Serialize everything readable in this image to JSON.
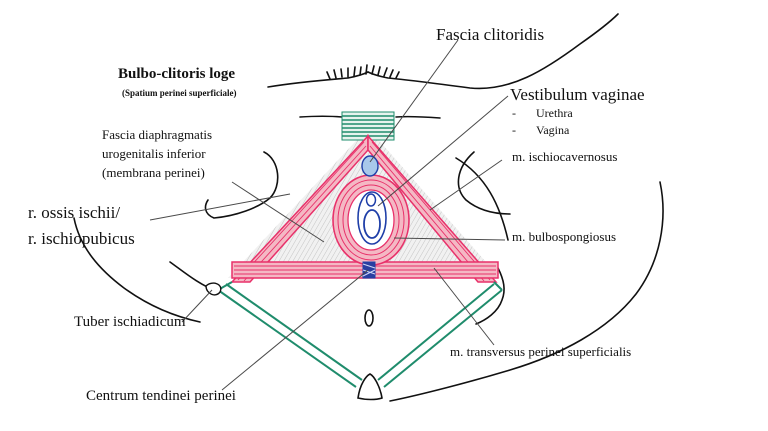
{
  "title": "Bulbo-clitoris loge",
  "subtitle": "(Spatium perinei superficiale)",
  "labels": {
    "fascia_clitoridis": "Fascia clitoridis",
    "vestibulum": "Vestibulum vaginae",
    "urethra": "Urethra",
    "vagina": "Vagina",
    "bullet": "-",
    "ischiocavernosus": "m. ischiocavernosus",
    "bulbospongiosus": "m. bulbospongiosus",
    "transversus": "m. transversus perinei superficialis",
    "fascia_diaphragmatis_1": "Fascia diaphragmatis",
    "fascia_diaphragmatis_2": "urogenitalis inferior",
    "fascia_diaphragmatis_3": "(membrana perinei)",
    "ramus_1": "r. ossis ischii/",
    "ramus_2": "r. ischiopubicus",
    "tuber": "Tuber ischiadicum",
    "centrum": "Centrum tendinei perinei"
  },
  "colors": {
    "muscle": "#e8316a",
    "muscle_fill": "#f4b8c4",
    "membrane": "#d8d8d8",
    "green": "#1f8c6c",
    "blue": "#1f3fa8",
    "light_blue": "#a8c8ea",
    "line": "#444444"
  }
}
